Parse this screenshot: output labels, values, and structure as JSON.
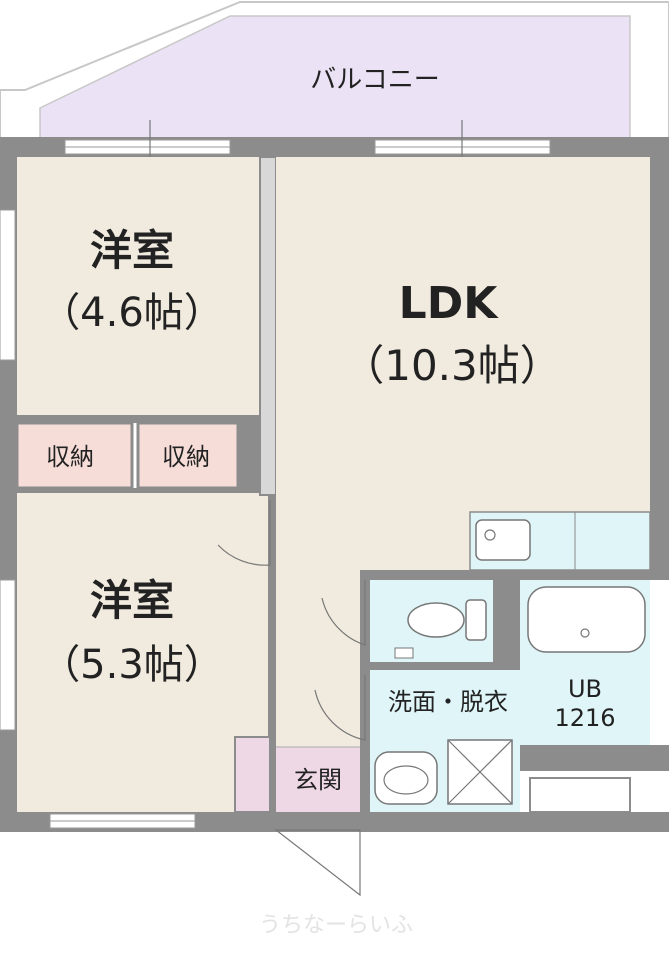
{
  "floorplan": {
    "balcony": {
      "label": "バルコニー"
    },
    "rooms": {
      "western1": {
        "name": "洋室",
        "size": "（4.6帖）"
      },
      "western2": {
        "name": "洋室",
        "size": "（5.3帖）"
      },
      "ldk": {
        "name": "LDK",
        "size": "（10.3帖）"
      },
      "storage_left": {
        "label": "収納"
      },
      "storage_right": {
        "label": "収納"
      },
      "washroom": {
        "label": "洗面・脱衣"
      },
      "bath": {
        "line1": "UB",
        "line2": "1216"
      },
      "entrance": {
        "label": "玄関"
      }
    },
    "watermark": "うちなーらいふ",
    "colors": {
      "wall": "#8c8c8c",
      "room_floor": "#f1ebdf",
      "wet_area": "#dff5f8",
      "storage": "#f6ddd8",
      "balcony": "#ece2f5",
      "entrance_tile": "#efd8e6"
    }
  }
}
